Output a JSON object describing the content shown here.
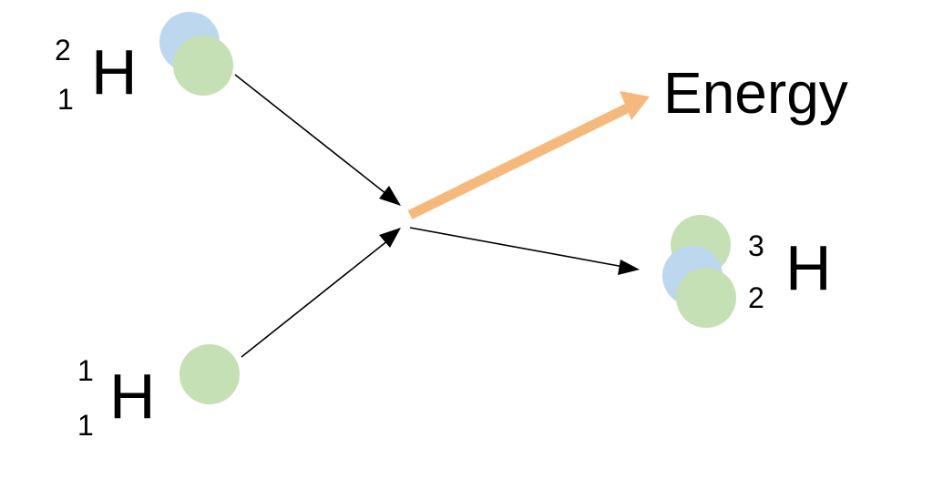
{
  "colors": {
    "proton": "#c5e0b4",
    "neutron": "#bdd7ee",
    "energy_arrow": "#f6b97c",
    "arrow": "#000000"
  },
  "deuterium": {
    "mass": "2",
    "atomic": "1",
    "symbol": "H"
  },
  "hydrogen": {
    "mass": "1",
    "atomic": "1",
    "symbol": "H"
  },
  "product": {
    "mass": "3",
    "atomic": "2",
    "symbol": "H"
  },
  "energy": {
    "label": "Energy"
  }
}
